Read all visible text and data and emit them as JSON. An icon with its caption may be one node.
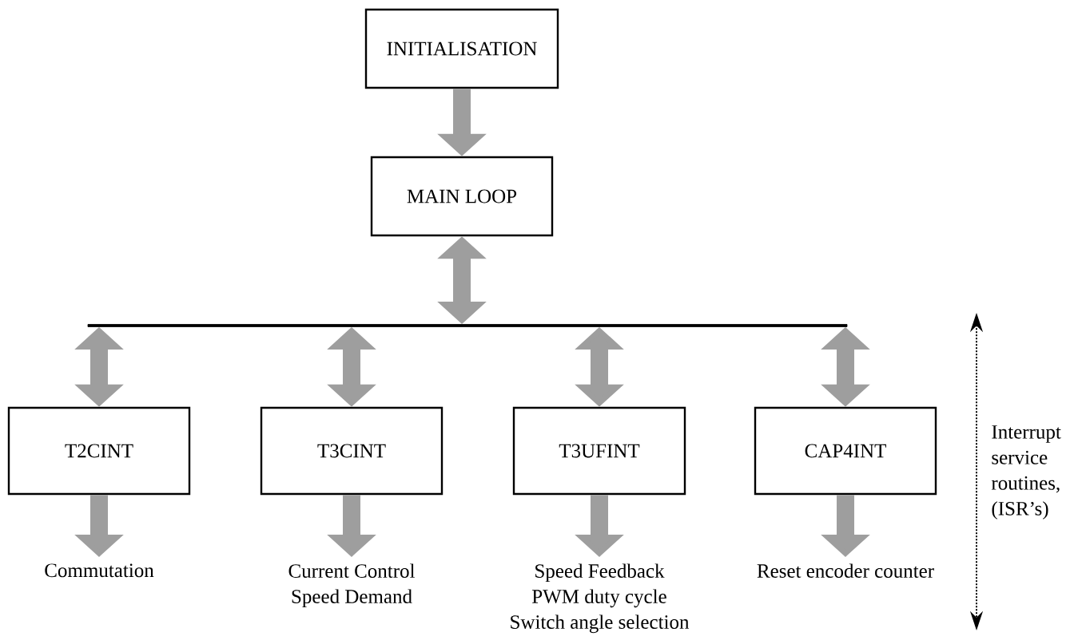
{
  "diagram": {
    "nodes": [
      {
        "text": [
          "INITIALISATION"
        ]
      },
      {
        "text": [
          "MAIN LOOP"
        ]
      },
      {
        "text": [],
        "shape": "bar"
      },
      {
        "text": [
          "T2CINT"
        ]
      },
      {
        "text": [
          "T3CINT"
        ]
      },
      {
        "text": [
          "T3UFINT"
        ]
      },
      {
        "text": [
          "CAP4INT"
        ]
      },
      {
        "text": [
          "Commutation"
        ]
      },
      {
        "text": [
          "Current Control",
          "Speed Demand"
        ]
      },
      {
        "text": [
          "Speed Feedback",
          "PWM duty cycle",
          "Switch angle selection"
        ]
      },
      {
        "text": [
          "Reset encoder counter"
        ]
      }
    ],
    "edges": [
      {
        "from": 0,
        "to": 1,
        "arrow": "to"
      },
      {
        "from": 1,
        "to": 2,
        "arrow": "both"
      },
      {
        "from": 2,
        "to": 3,
        "arrow": "both"
      },
      {
        "from": 2,
        "to": 4,
        "arrow": "both"
      },
      {
        "from": 2,
        "to": 5,
        "arrow": "both"
      },
      {
        "from": 2,
        "to": 6,
        "arrow": "both"
      },
      {
        "from": 3,
        "to": 7,
        "arrow": "to"
      },
      {
        "from": 4,
        "to": 8,
        "arrow": "to"
      },
      {
        "from": 5,
        "to": 9,
        "arrow": "to"
      },
      {
        "from": 6,
        "to": 10,
        "arrow": "to"
      }
    ],
    "labels": [
      "Interrupt service routines, (ISR’s)"
    ]
  }
}
